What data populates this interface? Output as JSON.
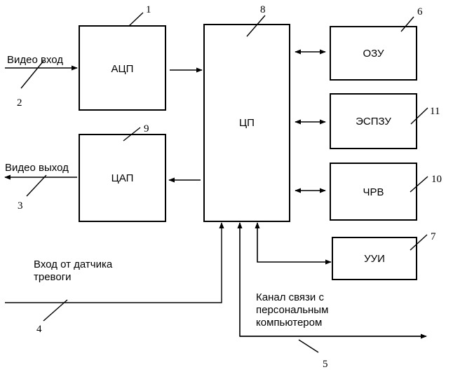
{
  "blocks": {
    "adc": "АЦП",
    "dac": "ЦАП",
    "cpu": "ЦП",
    "ram": "ОЗУ",
    "eeprom": "ЭСПЗУ",
    "rtc": "ЧРВ",
    "uui": "УУИ"
  },
  "texts": {
    "video_in": "Видео вход",
    "video_out": "Видео выход",
    "alarm_line1": "Вход от датчика",
    "alarm_line2": "тревоги",
    "pc_line1": "Канал связи с",
    "pc_line2": "персональным",
    "pc_line3": "компьютером"
  },
  "numbers": {
    "n1": "1",
    "n2": "2",
    "n3": "3",
    "n4": "4",
    "n5": "5",
    "n6": "6",
    "n7": "7",
    "n8": "8",
    "n9": "9",
    "n10": "10",
    "n11": "11"
  }
}
